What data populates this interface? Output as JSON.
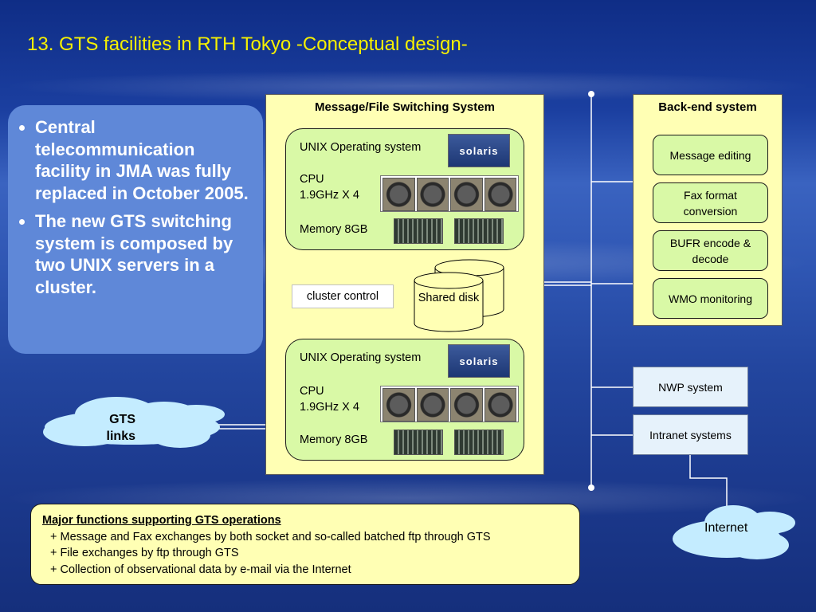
{
  "title": "13.  GTS facilities in RTH Tokyo  -Conceptual design-",
  "bullets": [
    "Central telecommunication facility in JMA was fully replaced in October 2005.",
    "The new GTS switching system is composed by two UNIX servers in a cluster."
  ],
  "switching": {
    "title": "Message/File Switching System",
    "servers": [
      {
        "os": "UNIX Operating system",
        "cpu": "CPU",
        "cpu_spec": "1.9GHz X 4",
        "memory": "Memory 8GB",
        "logo": "solaris"
      },
      {
        "os": "UNIX Operating system",
        "cpu": "CPU",
        "cpu_spec": "1.9GHz X 4",
        "memory": "Memory 8GB",
        "logo": "solaris"
      }
    ],
    "cluster_control": "cluster control",
    "shared_disk": "Shared disk"
  },
  "backend": {
    "title": "Back-end system",
    "items": [
      "Message editing",
      "Fax format conversion",
      "BUFR encode & decode",
      "WMO monitoring"
    ]
  },
  "nwp": "NWP system",
  "intranet": "Intranet systems",
  "gts_links": "GTS links",
  "internet": "Internet",
  "functions": {
    "heading": "Major functions supporting GTS operations",
    "items": [
      "+ Message and Fax exchanges by both socket and so-called batched ftp through GTS",
      "+ File exchanges by ftp through GTS",
      "+ Collection of observational data by e-mail via the Internet"
    ]
  },
  "colors": {
    "title": "#f6f000",
    "panel": "#ffffb4",
    "server": "#d9f9a6",
    "bullet_box": "#5f88d8"
  }
}
